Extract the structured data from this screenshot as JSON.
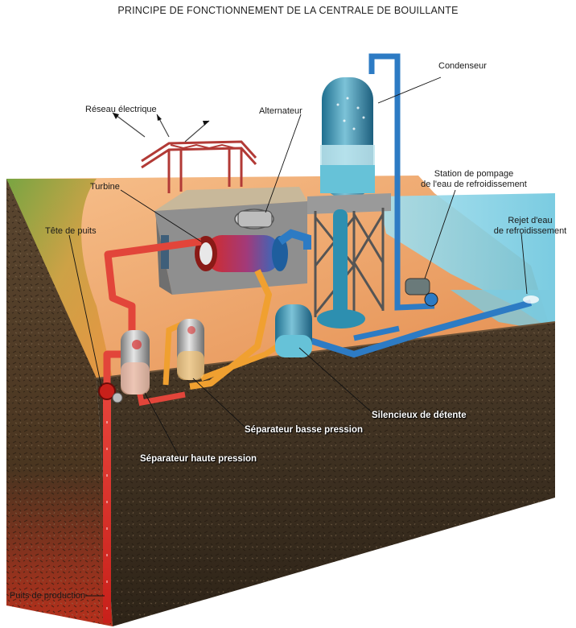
{
  "title": "PRINCIPE DE FONCTIONNEMENT DE LA CENTRALE DE BOUILLANTE",
  "labels": {
    "reseau": "Réseau électrique",
    "alternateur": "Alternateur",
    "condenseur": "Condenseur",
    "turbine": "Turbine",
    "station_line1": "Station de pompage",
    "station_line2": "de l'eau de refroidissement",
    "rejet_line1": "Rejet d'eau",
    "rejet_line2": "de refroidissement",
    "tete": "Tête de puits",
    "silencieux": "Silencieux de détente",
    "basse": "Séparateur basse pression",
    "haute": "Séparateur haute pression",
    "puits": "Puits de production"
  },
  "colors": {
    "soil": "#3a2c1e",
    "ground_top": "#f0a868",
    "water": "#8fd3e6",
    "hot_pipe": "#e2453a",
    "mid_pipe": "#f0a030",
    "cold_pipe": "#2d7bc4",
    "structure": "#b23a36",
    "tower": "#2d8fb0"
  }
}
